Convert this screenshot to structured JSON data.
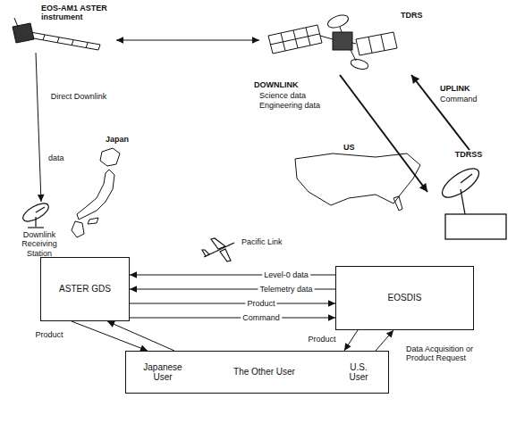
{
  "diagram": {
    "nodes": [
      {
        "text": [
          "EOS-AM1 ASTER instrument"
        ]
      },
      {
        "text": [
          "TDRS"
        ]
      },
      {
        "text": [
          "Downlink Receiving Station"
        ]
      },
      {
        "text": [
          "TDRSS"
        ]
      },
      {
        "text": [
          "ASTER GDS"
        ]
      },
      {
        "text": [
          "EOSDIS"
        ]
      },
      {
        "text": [
          "Japanese User",
          "The Other User",
          "U.S. User"
        ]
      }
    ],
    "edges": [
      {
        "from": 0,
        "to": 1,
        "arrow": "both"
      },
      {
        "from": 0,
        "to": 2,
        "arrow": "to",
        "label": "Direct Downlink"
      },
      {
        "from": 1,
        "to": 3,
        "arrow": "to"
      },
      {
        "from": 3,
        "to": 1,
        "arrow": "to"
      },
      {
        "from": 5,
        "to": 4,
        "arrow": "to",
        "label": "Level-0 data"
      },
      {
        "from": 5,
        "to": 4,
        "arrow": "to",
        "label": "Telemetry data"
      },
      {
        "from": 4,
        "to": 5,
        "arrow": "to",
        "label": "Product"
      },
      {
        "from": 4,
        "to": 5,
        "arrow": "to",
        "label": "Command"
      },
      {
        "from": 4,
        "to": 6,
        "arrow": "to",
        "label": "Product"
      },
      {
        "from": 6,
        "to": 4,
        "arrow": "to"
      },
      {
        "from": 5,
        "to": 6,
        "arrow": "to",
        "label": "Product"
      },
      {
        "from": 6,
        "to": 5,
        "arrow": "to",
        "label": "Data Acquisition or Product Request"
      }
    ],
    "labels": [
      "data",
      "Japan",
      "DOWNLINK",
      "Science data",
      "Engineering data",
      "UPLINK",
      "Command",
      "US",
      "Pacific Link"
    ]
  }
}
